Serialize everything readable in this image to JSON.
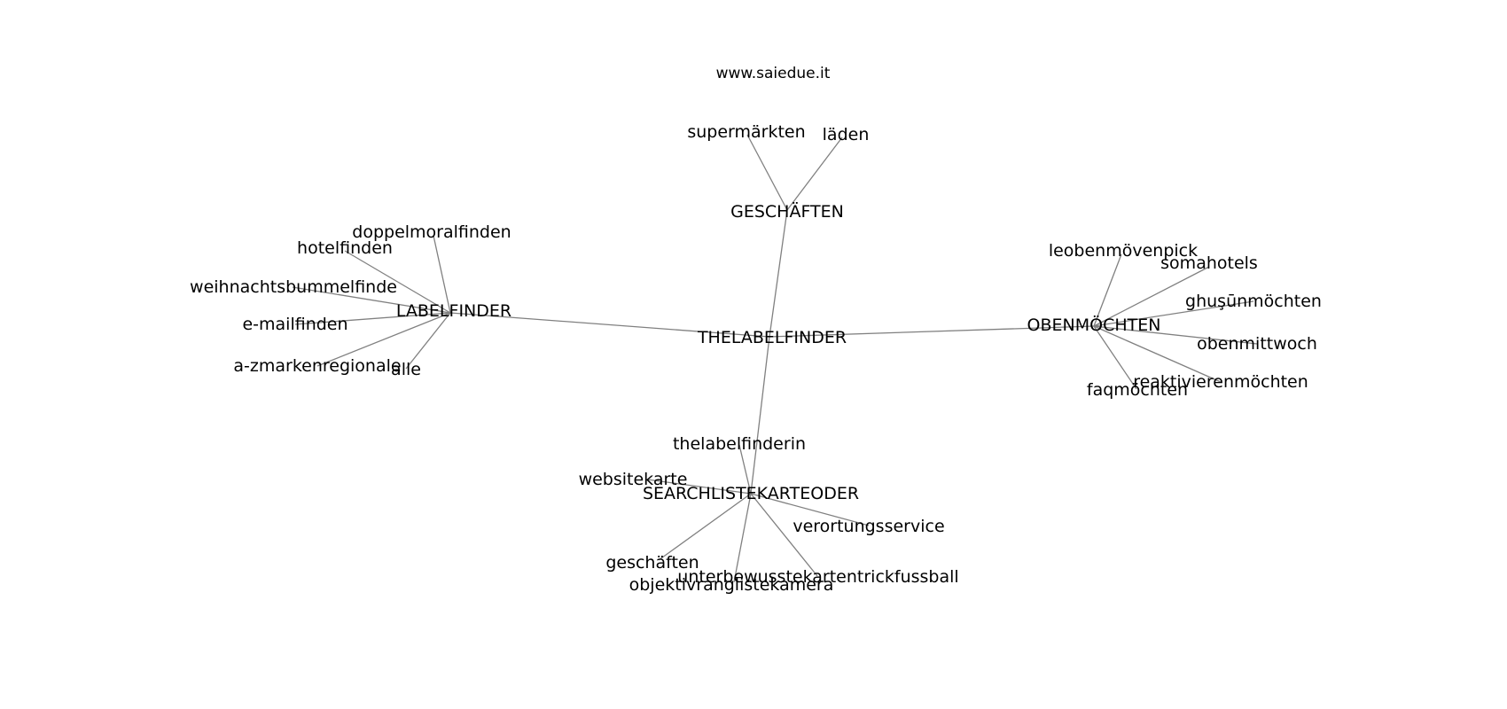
{
  "site_title": "www.saiedue.it",
  "root": {
    "id": "root",
    "label": "THELABELFINDER"
  },
  "hubs": [
    {
      "id": "geschaeften_hub",
      "label": "GESCHÄFTEN"
    },
    {
      "id": "labelfinder_hub",
      "label": "LABELFINDER"
    },
    {
      "id": "obenmoechten_hub",
      "label": "OBENMÖCHTEN"
    },
    {
      "id": "searchliste_hub",
      "label": "SEARCHLISTEKARTEODER"
    }
  ],
  "leaves": [
    {
      "id": "supermaerkten",
      "label": "supermärkten",
      "parent": "geschaeften_hub"
    },
    {
      "id": "laeden",
      "label": "läden",
      "parent": "geschaeften_hub"
    },
    {
      "id": "doppelmoralfinden",
      "label": "doppelmoralfinden",
      "parent": "labelfinder_hub"
    },
    {
      "id": "hotelfinden",
      "label": "hotelfinden",
      "parent": "labelfinder_hub"
    },
    {
      "id": "weihnachtsbummelfinde",
      "label": "weihnachtsbummelfinde",
      "parent": "labelfinder_hub"
    },
    {
      "id": "emailfinden",
      "label": "e-mailfinden",
      "parent": "labelfinder_hub"
    },
    {
      "id": "azmarkenregionale",
      "label": "a-zmarkenregionale",
      "parent": "labelfinder_hub"
    },
    {
      "id": "alle",
      "label": "alle",
      "parent": "labelfinder_hub"
    },
    {
      "id": "leobenmoevenpick",
      "label": "leobenmövenpick",
      "parent": "obenmoechten_hub"
    },
    {
      "id": "somahotels",
      "label": "somahotels",
      "parent": "obenmoechten_hub"
    },
    {
      "id": "ghusunmoechten",
      "label": "ghuşūnmöchten",
      "parent": "obenmoechten_hub"
    },
    {
      "id": "obenmittwoch",
      "label": "obenmittwoch",
      "parent": "obenmoechten_hub"
    },
    {
      "id": "reaktivierenmoechten",
      "label": "reaktivierenmöchten",
      "parent": "obenmoechten_hub"
    },
    {
      "id": "faqmoechten",
      "label": "faqmöchten",
      "parent": "obenmoechten_hub"
    },
    {
      "id": "thelabelfinderin",
      "label": "thelabelfinderin",
      "parent": "searchliste_hub"
    },
    {
      "id": "websitekarte",
      "label": "websitekarte",
      "parent": "searchliste_hub"
    },
    {
      "id": "verortungsservice",
      "label": "verortungsservice",
      "parent": "searchliste_hub"
    },
    {
      "id": "geschaeften_leaf",
      "label": "geschäften",
      "parent": "searchliste_hub"
    },
    {
      "id": "unterbewusste",
      "label": "unterbewusstekartentrickfussball",
      "parent": "searchliste_hub"
    },
    {
      "id": "objektivrangliste",
      "label": "objektivranglistekamera",
      "parent": "searchliste_hub"
    }
  ],
  "edge_color": "#808080"
}
